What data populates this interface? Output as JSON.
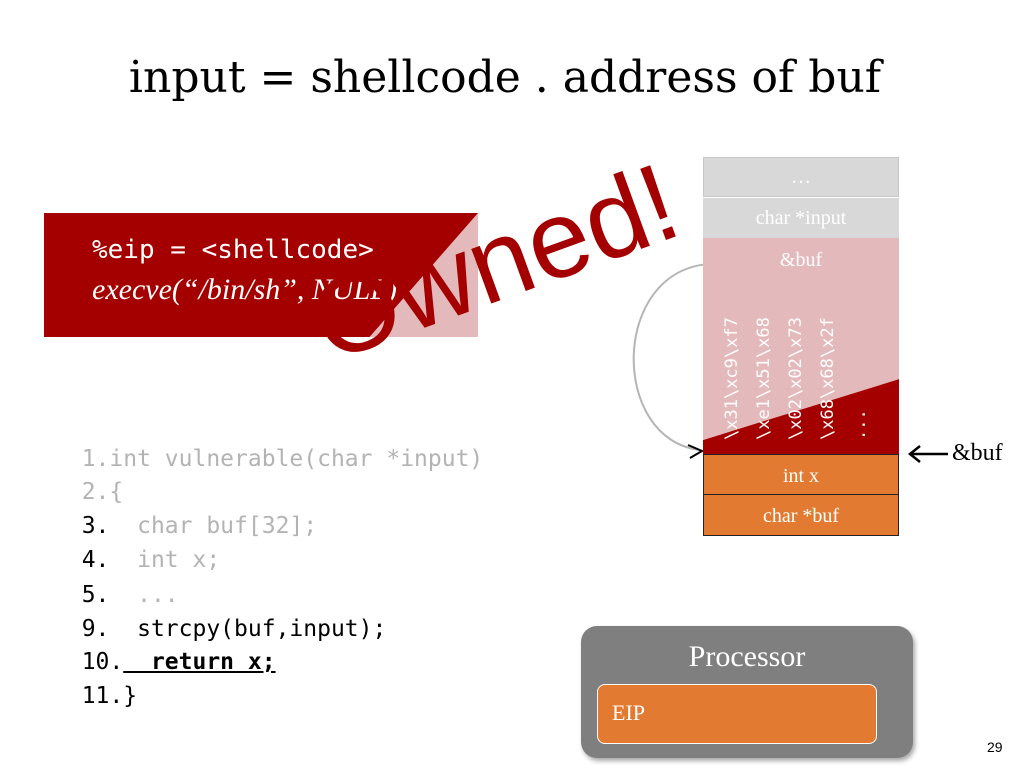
{
  "slide": {
    "title": "input = shellcode . address of buf",
    "page_number": "29"
  },
  "registers": {
    "eip_line": "%eip = <shellcode>",
    "exec_line": "execve(“/bin/sh”, NULL)"
  },
  "code_lines": [
    {
      "num": "1.",
      "text": "int vulnerable(char *input)"
    },
    {
      "num": "2.",
      "text": "{"
    },
    {
      "num": "3.",
      "text": "  char buf[32];"
    },
    {
      "num": "4.",
      "text": "  int x;"
    },
    {
      "num": "5.",
      "text": "  ..."
    },
    {
      "num": "9.",
      "text": "  strcpy(buf,input);"
    },
    {
      "num": "10.",
      "text": "  return x;"
    },
    {
      "num": "11.",
      "text": "}"
    }
  ],
  "stack": {
    "cells": {
      "dots": "…",
      "input": "char *input",
      "ret": "&buf",
      "int_x": "int x",
      "char_buf": "char *buf"
    },
    "shellcode_columns": [
      "\\x31\\xc9\\xf7",
      "\\xe1\\x51\\x68",
      "\\x02\\x02\\x73",
      "\\x68\\x68\\x2f",
      "..."
    ],
    "pointer_label": "&buf"
  },
  "overlay": {
    "owned_text": "Owned!"
  },
  "processor": {
    "label": "Processor",
    "register": "EIP"
  },
  "colors": {
    "dark_red": "#a50000",
    "pink": "#e4b9bb",
    "orange": "#e37a31",
    "gray": "#d8d8d8",
    "processor_gray": "#7f7f7f"
  }
}
